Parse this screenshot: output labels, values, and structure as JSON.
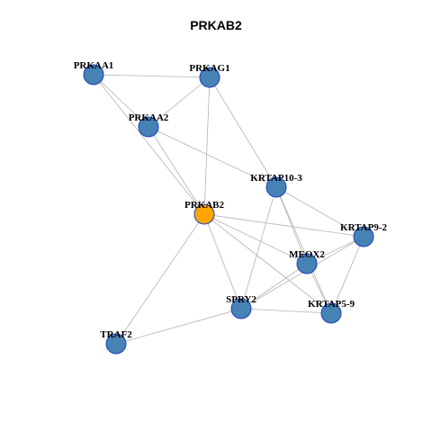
{
  "title": "PRKAB2",
  "colors": {
    "node_fill": "#4682b4",
    "focus_fill": "#ffa500",
    "node_stroke": "#1f3fbf",
    "edge": "#b3b3b3"
  },
  "nodes": [
    {
      "id": "PRKAA1",
      "label": "PRKAA1",
      "focus": false
    },
    {
      "id": "PRKAG1",
      "label": "PRKAG1",
      "focus": false
    },
    {
      "id": "PRKAA2",
      "label": "PRKAA2",
      "focus": false
    },
    {
      "id": "KRTAP10-3",
      "label": "KRTAP10-3",
      "focus": false
    },
    {
      "id": "PRKAB2",
      "label": "PRKAB2",
      "focus": true
    },
    {
      "id": "KRTAP9-2",
      "label": "KRTAP9-2",
      "focus": false
    },
    {
      "id": "MEOX2",
      "label": "MEOX2",
      "focus": false
    },
    {
      "id": "SPRY2",
      "label": "SPRY2",
      "focus": false
    },
    {
      "id": "KRTAP5-9",
      "label": "KRTAP5-9",
      "focus": false
    },
    {
      "id": "TRAF2",
      "label": "TRAF2",
      "focus": false
    }
  ],
  "edges": [
    [
      "PRKAA1",
      "PRKAG1"
    ],
    [
      "PRKAA1",
      "PRKAA2"
    ],
    [
      "PRKAA1",
      "PRKAB2"
    ],
    [
      "PRKAG1",
      "PRKAA2"
    ],
    [
      "PRKAG1",
      "PRKAB2"
    ],
    [
      "PRKAG1",
      "KRTAP10-3"
    ],
    [
      "PRKAA2",
      "PRKAB2"
    ],
    [
      "PRKAA2",
      "KRTAP10-3"
    ],
    [
      "PRKAB2",
      "KRTAP9-2"
    ],
    [
      "PRKAB2",
      "MEOX2"
    ],
    [
      "PRKAB2",
      "SPRY2"
    ],
    [
      "PRKAB2",
      "KRTAP5-9"
    ],
    [
      "PRKAB2",
      "TRAF2"
    ],
    [
      "KRTAP10-3",
      "KRTAP9-2"
    ],
    [
      "KRTAP10-3",
      "MEOX2"
    ],
    [
      "KRTAP10-3",
      "KRTAP5-9"
    ],
    [
      "KRTAP10-3",
      "SPRY2"
    ],
    [
      "KRTAP9-2",
      "MEOX2"
    ],
    [
      "KRTAP9-2",
      "SPRY2"
    ],
    [
      "KRTAP9-2",
      "KRTAP5-9"
    ],
    [
      "MEOX2",
      "SPRY2"
    ],
    [
      "MEOX2",
      "KRTAP5-9"
    ],
    [
      "SPRY2",
      "KRTAP5-9"
    ],
    [
      "SPRY2",
      "TRAF2"
    ]
  ]
}
